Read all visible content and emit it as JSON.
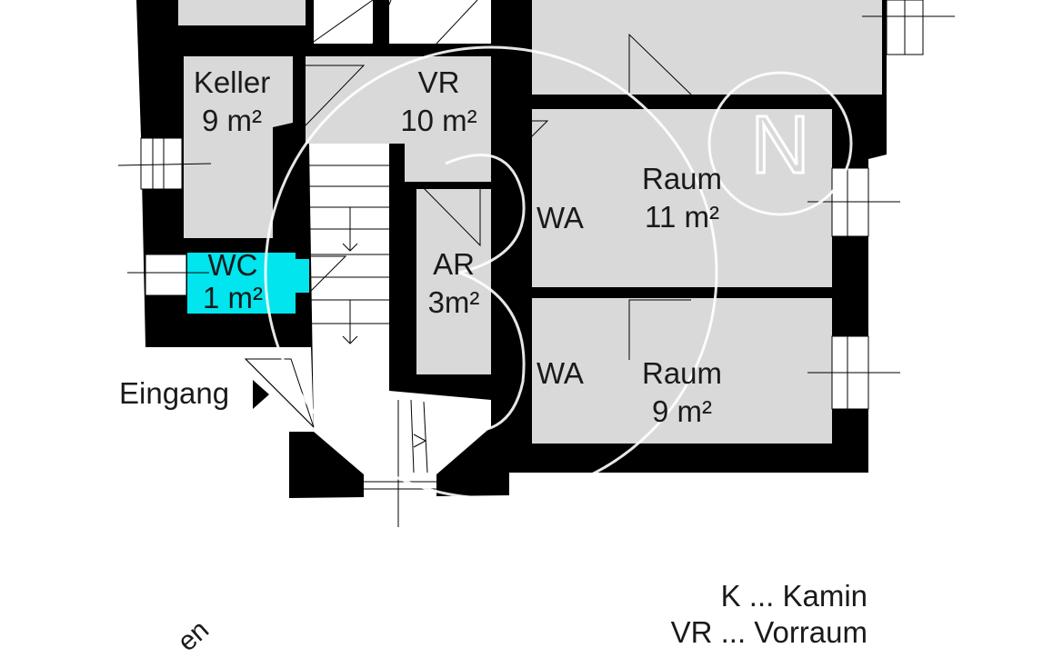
{
  "rooms": {
    "keller": {
      "name": "Keller",
      "area": "9 m²"
    },
    "vr": {
      "name": "VR",
      "area": "10 m²"
    },
    "raum11": {
      "name": "Raum",
      "area": "11 m²"
    },
    "wc": {
      "name": "WC",
      "area": "1 m²"
    },
    "ar": {
      "name": "AR",
      "area": "3m²"
    },
    "raum9": {
      "name": "Raum",
      "area": "9 m²"
    }
  },
  "labels": {
    "wa_upper": "WA",
    "wa_lower": "WA",
    "entrance": "Eingang"
  },
  "legend": {
    "kamin": "K ... Kamin",
    "vorraum": "VR ... Vorraum"
  },
  "cutoff_text": "en",
  "colors": {
    "wall": "#000000",
    "room": "#d9d9d9",
    "highlight": "#00e5ee",
    "watermark": "#ffffff"
  },
  "watermark_letter": "N"
}
